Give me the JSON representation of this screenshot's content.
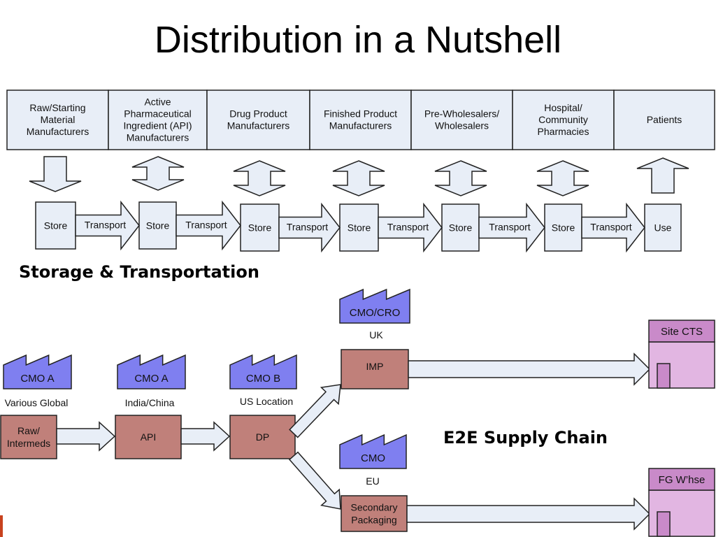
{
  "title": "Distribution in a Nutshell",
  "stages": [
    [
      "Raw/Starting",
      "Material",
      "Manufacturers"
    ],
    [
      "Active",
      "Pharmaceutical",
      "Ingredient (API)",
      "Manufacturers"
    ],
    [
      "Drug Product",
      "Manufacturers"
    ],
    [
      "Finished Product",
      "Manufacturers"
    ],
    [
      "Pre-Wholesalers/",
      "Wholesalers"
    ],
    [
      "Hospital/",
      "Community",
      "Pharmacies"
    ],
    [
      "Patients"
    ]
  ],
  "flow": {
    "store_label": "Store",
    "transport_label": "Transport",
    "use_label": "Use"
  },
  "storage_heading": "Storage & Transportation",
  "supply_chain": {
    "heading": "E2E Supply Chain",
    "factories": [
      {
        "name": "CMO A",
        "location": "Various Global"
      },
      {
        "name": "CMO A",
        "location": "India/China"
      },
      {
        "name": "CMO B",
        "location": "US Location"
      },
      {
        "name": "CMO/CRO",
        "location": "UK"
      },
      {
        "name": "CMO",
        "location": "EU"
      }
    ],
    "process_boxes": [
      [
        "Raw/",
        "Intermeds"
      ],
      [
        "API"
      ],
      [
        "DP"
      ],
      [
        "IMP"
      ],
      [
        "Secondary",
        "Packaging"
      ]
    ],
    "destinations": [
      "Site CTS",
      "FG W’hse"
    ]
  },
  "colors": {
    "stage_fill": "#e8eef7",
    "factory_fill": "#7f7ff0",
    "process_fill": "#c0807a",
    "destination_fill": "#e2b6e2",
    "destination_header": "#c98ac9",
    "accent": "#c8421e"
  }
}
